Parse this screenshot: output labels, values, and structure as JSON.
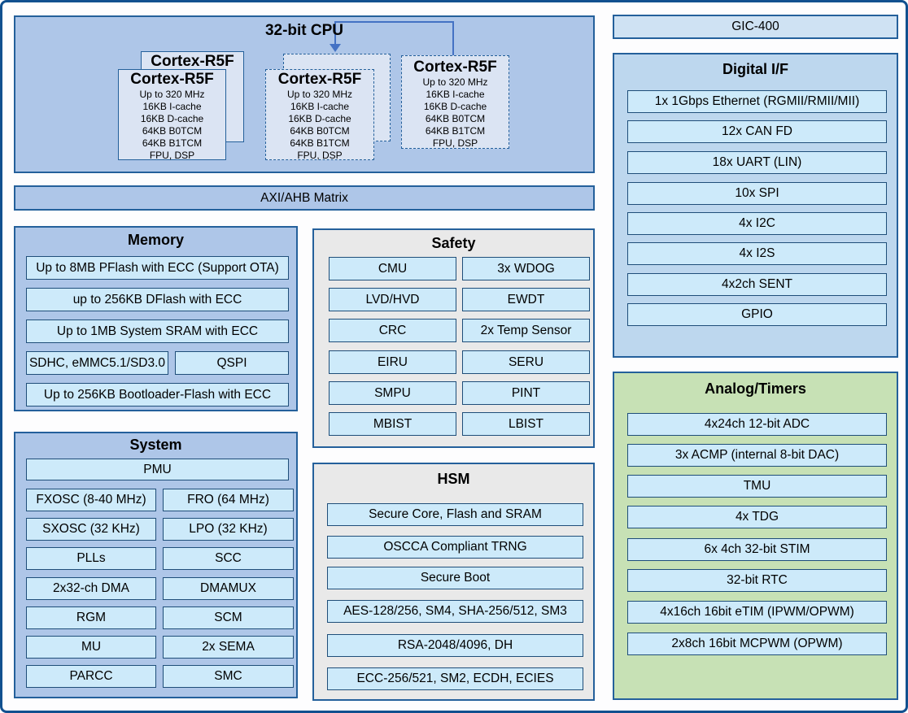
{
  "colors": {
    "outer_border": "#11508f",
    "container_blue": "#aec6e8",
    "container_light_blue": "#bdd7ee",
    "container_green": "#c7e1b5",
    "container_gray": "#e9e9e9",
    "item_fill": "#cdeafa",
    "core_fill": "#dbe4f3",
    "item_border": "#1f4e79",
    "container_border": "#24609b",
    "connector": "#4472c4"
  },
  "cpu": {
    "title": "32-bit CPU",
    "cores": {
      "title": "Cortex-R5F",
      "specs": [
        "Up to 320 MHz",
        "16KB I-cache",
        "16KB D-cache",
        "64KB B0TCM",
        "64KB B1TCM",
        "FPU, DSP"
      ]
    }
  },
  "axi": {
    "label": "AXI/AHB Matrix"
  },
  "gic": {
    "label": "GIC-400"
  },
  "memory": {
    "title": "Memory",
    "items": [
      "Up to 8MB PFlash with ECC (Support OTA)",
      "up to 256KB DFlash with ECC",
      "Up to 1MB System SRAM with ECC",
      "SDHC, eMMC5.1/SD3.0",
      "QSPI",
      "Up to 256KB Bootloader-Flash with ECC"
    ]
  },
  "system": {
    "title": "System",
    "top_item": "PMU",
    "grid": [
      "FXOSC (8-40 MHz)",
      "FRO (64 MHz)",
      "SXOSC (32 KHz)",
      "LPO (32 KHz)",
      "PLLs",
      "SCC",
      "2x32-ch DMA",
      "DMAMUX",
      "RGM",
      "SCM",
      "MU",
      "2x SEMA",
      "PARCC",
      "SMC"
    ]
  },
  "safety": {
    "title": "Safety",
    "grid": [
      "CMU",
      "3x WDOG",
      "LVD/HVD",
      "EWDT",
      "CRC",
      "2x Temp Sensor",
      "EIRU",
      "SERU",
      "SMPU",
      "PINT",
      "MBIST",
      "LBIST"
    ]
  },
  "hsm": {
    "title": "HSM",
    "items": [
      "Secure Core, Flash and SRAM",
      "OSCCA Compliant TRNG",
      "Secure Boot",
      "AES-128/256, SM4, SHA-256/512, SM3",
      "RSA-2048/4096, DH",
      "ECC-256/521, SM2, ECDH, ECIES"
    ]
  },
  "digital": {
    "title": "Digital I/F",
    "items": [
      "1x 1Gbps Ethernet (RGMII/RMII/MII)",
      "12x CAN FD",
      "18x UART (LIN)",
      "10x SPI",
      "4x I2C",
      "4x I2S",
      "4x2ch SENT",
      "GPIO"
    ]
  },
  "analog": {
    "title": "Analog/Timers",
    "items": [
      "4x24ch 12-bit ADC",
      "3x ACMP (internal 8-bit DAC)",
      "TMU",
      "4x TDG",
      "6x 4ch 32-bit STIM",
      "32-bit RTC",
      "4x16ch 16bit eTIM (IPWM/OPWM)",
      "2x8ch 16bit MCPWM (OPWM)"
    ]
  }
}
